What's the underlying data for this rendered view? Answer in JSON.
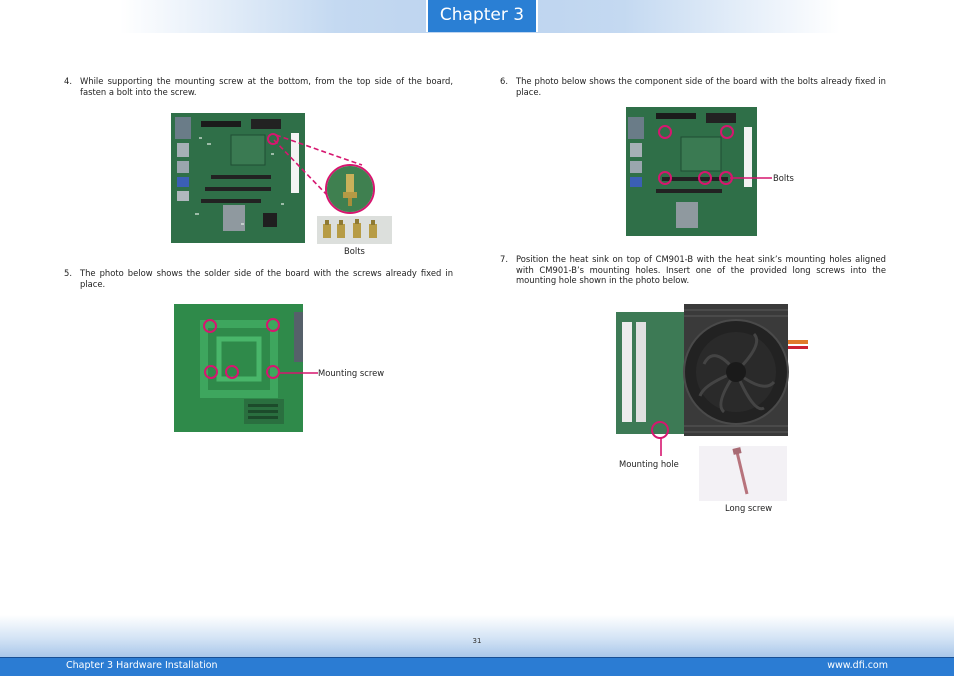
{
  "header": {
    "chapter_label": "Chapter 3"
  },
  "steps": {
    "s4": {
      "num": "4.",
      "text": "While supporting the mounting screw at the bottom, from the top side of the board, fasten a bolt into the screw."
    },
    "s5": {
      "num": "5.",
      "text": "The photo below shows the solder side of the board with the screws already fixed in place."
    },
    "s6": {
      "num": "6.",
      "text": "The photo below shows the component side of the board with the bolts already fixed in place."
    },
    "s7": {
      "num": "7.",
      "text": "Position the heat sink on top of CM901-B with the heat sink’s mounting holes aligned with CM901-B’s mounting holes. Insert one of the provided long screws into the mounting hole shown in the photo below."
    }
  },
  "captions": {
    "bolts_left": "Bolts",
    "mounting_screw": "Mounting screw",
    "bolts_right": "Bolts",
    "mounting_hole": "Mounting hole",
    "long_screw": "Long screw"
  },
  "footer": {
    "page_number": "31",
    "left": "Chapter 3 Hardware Installation",
    "right": "www.dfi.com"
  },
  "colors": {
    "accent_blue": "#2a7fd4",
    "marker_magenta": "#d6166f",
    "board_green": "#2c6a45"
  }
}
